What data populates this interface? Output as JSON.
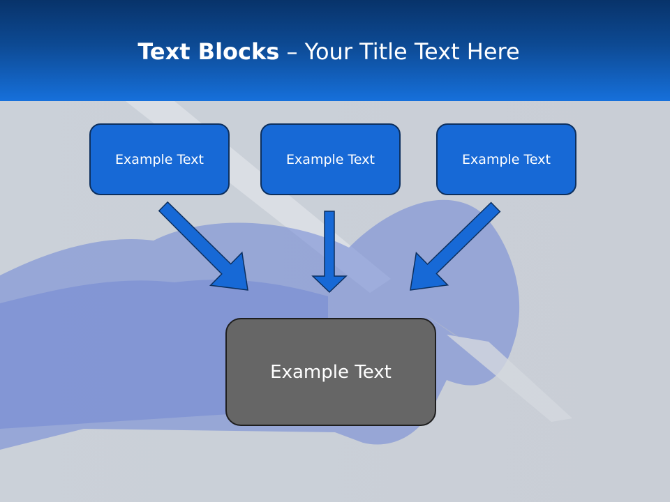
{
  "header": {
    "title_bold": "Text Blocks",
    "title_rest": " – Your Title Text Here"
  },
  "blocks": [
    {
      "label": "Example Text"
    },
    {
      "label": "Example Text"
    },
    {
      "label": "Example Text"
    }
  ],
  "target": {
    "label": "Example Text"
  },
  "colors": {
    "header_top": "#08336a",
    "header_bottom": "#1670db",
    "block_fill": "#1769d6",
    "arrow_fill": "#1769d6",
    "target_fill": "#666666"
  }
}
